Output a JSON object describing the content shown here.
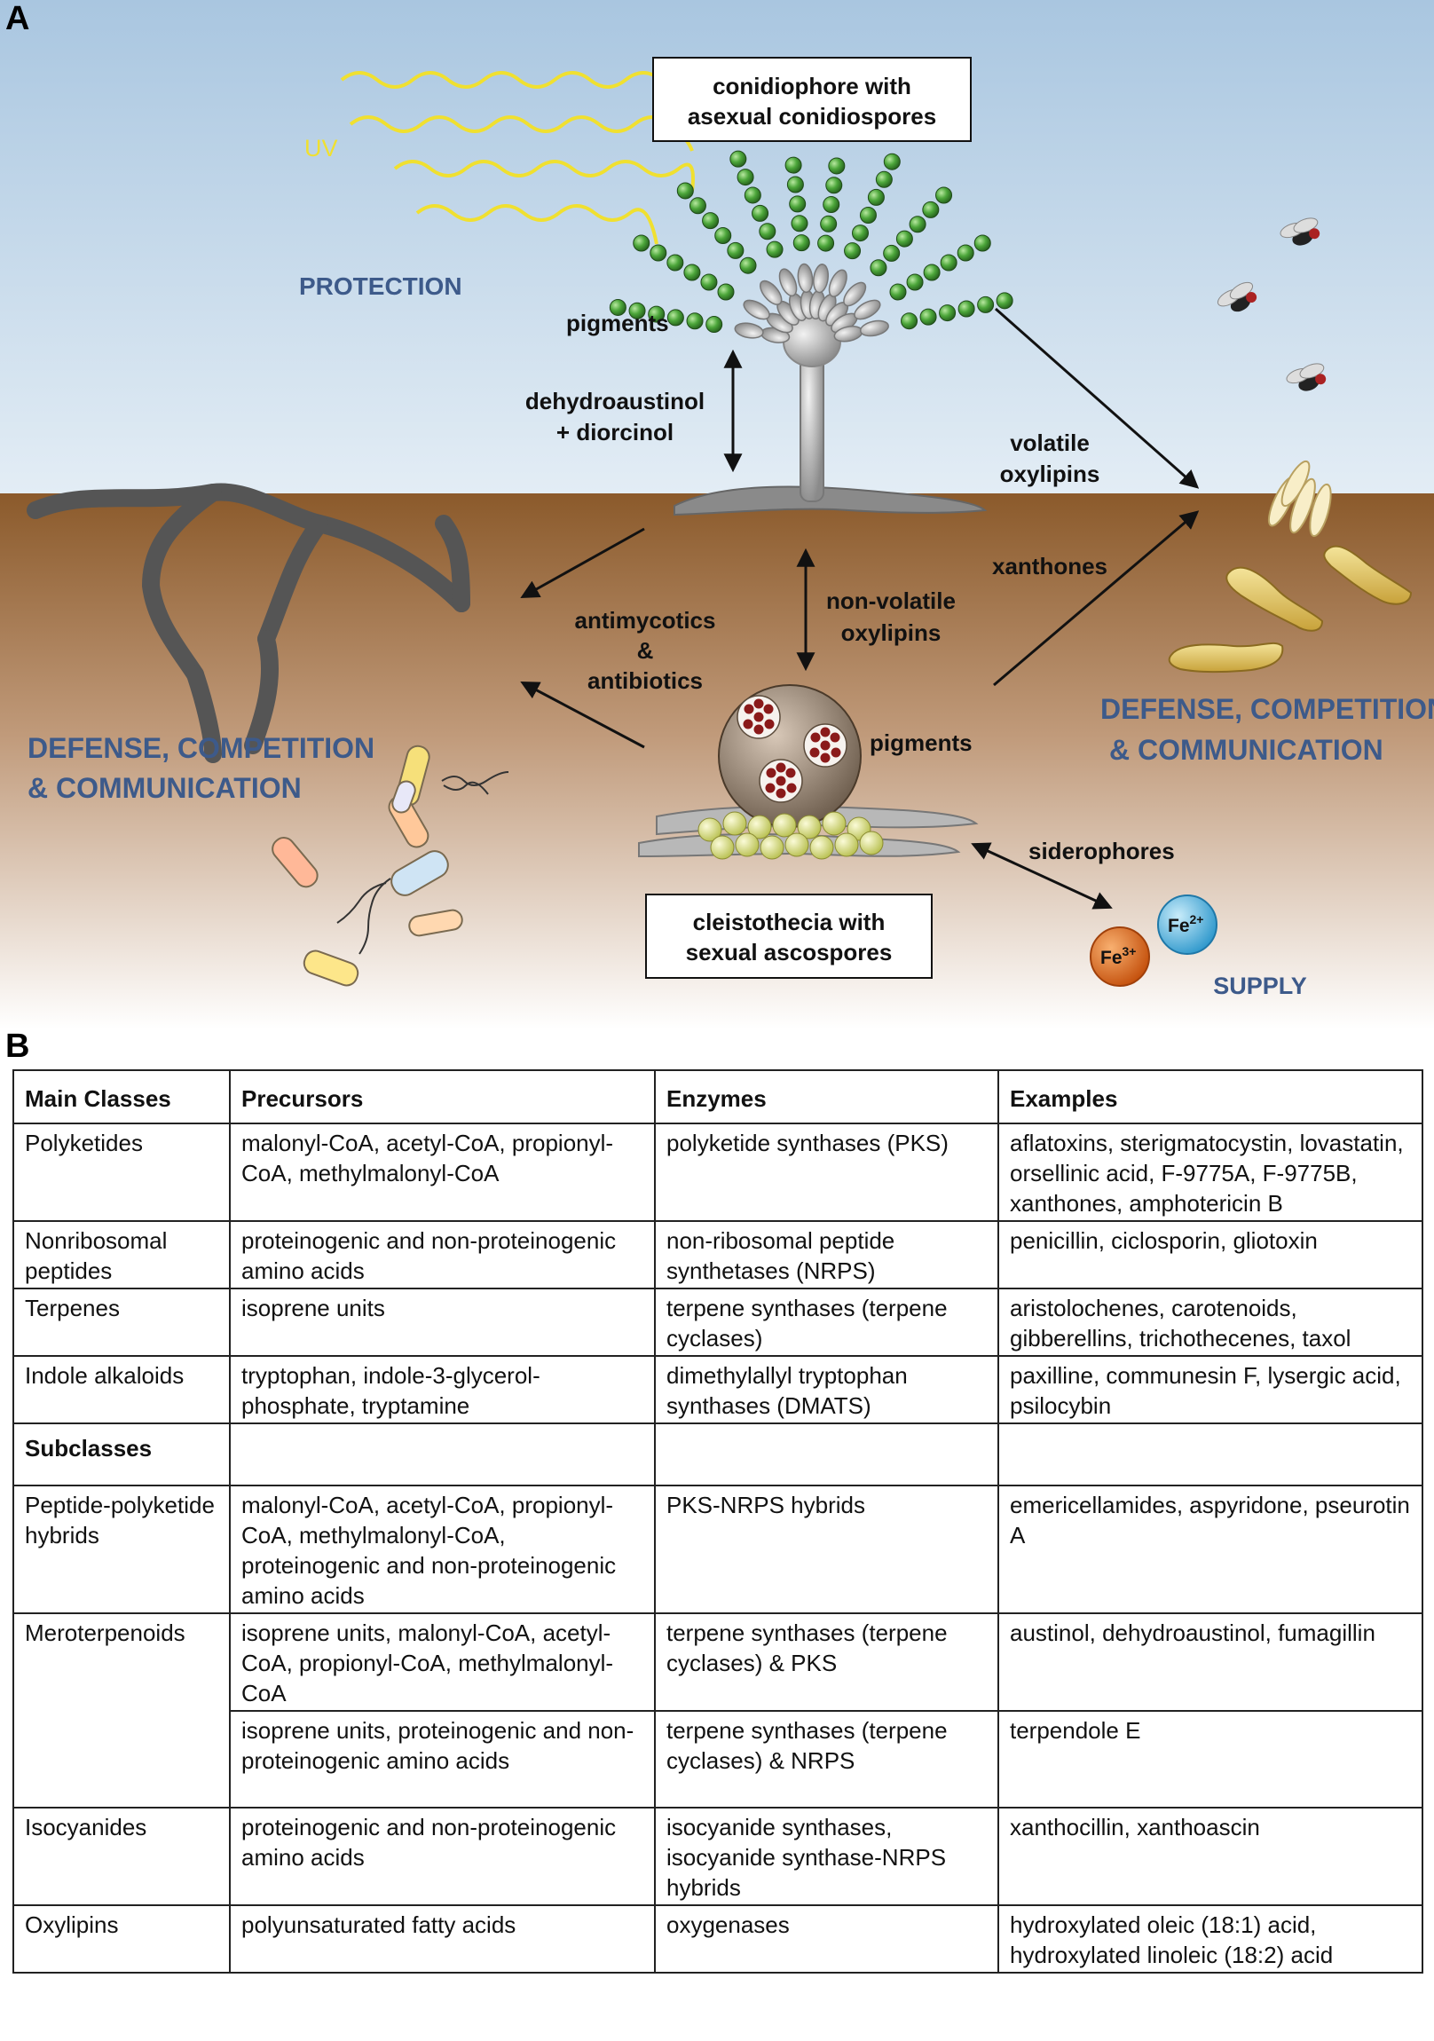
{
  "panel_a": {
    "label": "A",
    "uv": "UV",
    "protection": "PROTECTION",
    "conidiophore_box": [
      "conidiophore with",
      "asexual conidiospores"
    ],
    "pigments_top": "pigments",
    "dehydroaustinol": [
      "dehydroaustinol",
      "+ diorcinol"
    ],
    "volatile": [
      "volatile",
      "oxylipins"
    ],
    "xanthones": "xanthones",
    "non_volatile": [
      "non-volatile",
      "oxylipins"
    ],
    "antimycotics": [
      "antimycotics",
      "&",
      "antibiotics"
    ],
    "pigments_mid": "pigments",
    "siderophores": "siderophores",
    "cleistothecia_box": [
      "cleistothecia with",
      "sexual ascospores"
    ],
    "fe3": "Fe",
    "fe3_sup": "3+",
    "fe2": "Fe",
    "fe2_sup": "2+",
    "supply": "SUPPLY",
    "dcc_left": [
      "DEFENSE, COMPETITION",
      "& COMMUNICATION"
    ],
    "dcc_right": [
      "DEFENSE, COMPETITION",
      "& COMMUNICATION"
    ],
    "colors": {
      "sky_top": "#a9c6e0",
      "sky_bottom": "#e3edf5",
      "soil_top": "#8b5a2b",
      "soil_bottom": "#ffffff",
      "heading_blue": "#3d5a8a",
      "uv_yellow": "#f0e030",
      "spore_green": "#3f9a2f",
      "iron3": "#d8691c",
      "iron2": "#4fb3df"
    }
  },
  "panel_b": {
    "label": "B",
    "headers": [
      "Main Classes",
      "Precursors",
      "Enzymes",
      "Examples"
    ],
    "main_rows": [
      [
        "Polyketides",
        "malonyl-CoA, acetyl-CoA, propionyl-CoA, methylmalonyl-CoA",
        "polyketide synthases (PKS)",
        "aflatoxins, sterigmatocystin, lovastatin, orsellinic acid, F-9775A, F-9775B, xanthones, amphotericin B"
      ],
      [
        "Nonribosomal peptides",
        "proteinogenic and non-proteinogenic amino acids",
        "non-ribosomal peptide synthetases (NRPS)",
        "penicillin, ciclosporin, gliotoxin"
      ],
      [
        "Terpenes",
        "isoprene units",
        "terpene synthases (terpene cyclases)",
        "aristolochenes, carotenoids, gibberellins, trichothecenes, taxol"
      ],
      [
        "Indole alkaloids",
        "tryptophan, indole-3-glycerol-phosphate, tryptamine",
        "dimethylallyl tryptophan synthases (DMATS)",
        "paxilline, communesin F, lysergic acid, psilocybin"
      ]
    ],
    "subclasses_header": "Subclasses",
    "peptide": [
      "Peptide-polyketide hybrids",
      "malonyl-CoA, acetyl-CoA, propionyl-CoA, methylmalonyl-CoA, proteinogenic and non-proteinogenic amino acids",
      "PKS-NRPS hybrids",
      "emericellamides, aspyridone, pseurotin A"
    ],
    "mero": [
      "Meroterpenoids",
      "isoprene units, malonyl-CoA, acetyl-CoA, propionyl-CoA, methylmalonyl-CoA",
      "terpene synthases (terpene cyclases) & PKS",
      "austinol, dehydroaustinol, fumagillin"
    ],
    "mero2": [
      "isoprene units, proteinogenic and non-proteinogenic amino acids",
      "terpene synthases (terpene cyclases) & NRPS",
      "terpendole E"
    ],
    "iso": [
      "Isocyanides",
      "proteinogenic and non-proteinogenic amino acids",
      "isocyanide synthases, isocyanide synthase-NRPS hybrids",
      "xanthocillin, xanthoascin"
    ],
    "oxy": [
      "Oxylipins",
      "polyunsaturated fatty acids",
      "oxygenases",
      "hydroxylated oleic (18:1) acid, hydroxylated linoleic (18:2) acid"
    ]
  }
}
